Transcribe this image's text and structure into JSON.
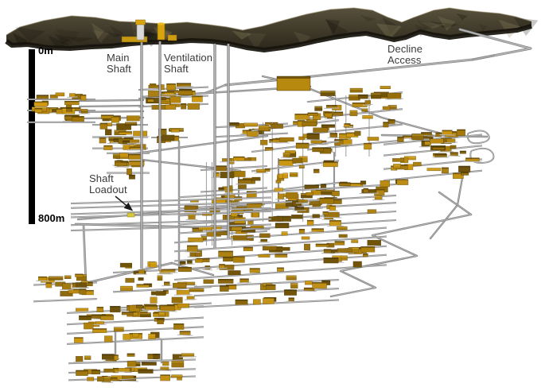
{
  "figure": {
    "scale_bar": {
      "top_label": "0m",
      "bottom_label": "800m"
    },
    "annotations": {
      "main_shaft": {
        "lines": [
          "Main",
          "Shaft"
        ]
      },
      "ventilation_shaft": {
        "lines": [
          "Ventilation",
          "Shaft"
        ]
      },
      "decline_access": {
        "lines": [
          "Decline",
          "Access"
        ]
      },
      "shaft_loadout": {
        "lines": [
          "Shaft",
          "Loadout"
        ]
      }
    },
    "colors": {
      "background": "#ffffff",
      "stope_gold": "#b8890f",
      "stope_gold_light": "#cba11c",
      "stope_gold_dark": "#7c5c08",
      "tunnel_gray_light": "#b8b8b8",
      "tunnel_gray_dark": "#848484",
      "terrain_olive_light": "#57503b",
      "terrain_olive_dark": "#2b271b",
      "terrain_rim_shadow": "#17140d",
      "scale_bar_black": "#000000",
      "label_text": "#3a3a3a",
      "headframe_white": "#d9d9d9",
      "loadout_marker_yellow": "#d8c83c",
      "arrow_black": "#1a1a1a"
    }
  }
}
